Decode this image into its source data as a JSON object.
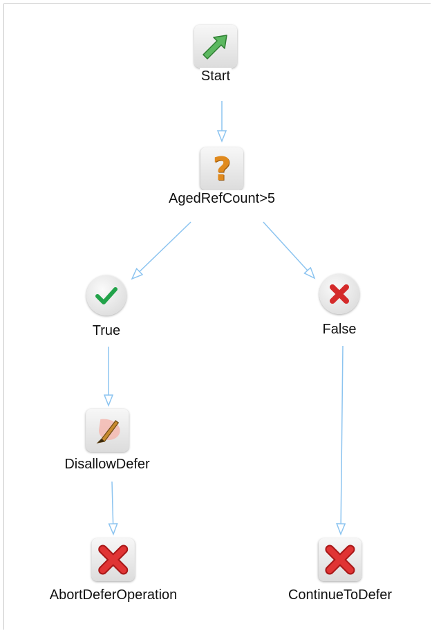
{
  "diagram": {
    "nodes": {
      "start": {
        "label": "Start",
        "icon": "green-arrow-icon"
      },
      "condition": {
        "label": "AgedRefCount>5",
        "icon": "question-mark-icon"
      },
      "true_branch": {
        "label": "True",
        "icon": "check-mark-icon"
      },
      "false_branch": {
        "label": "False",
        "icon": "red-x-icon"
      },
      "disallow": {
        "label": "DisallowDefer",
        "icon": "pencil-hand-icon"
      },
      "abort": {
        "label": "AbortDeferOperation",
        "icon": "red-x-icon"
      },
      "continue": {
        "label": "ContinueToDefer",
        "icon": "red-x-icon"
      }
    },
    "edges": [
      {
        "from": "Start",
        "to": "AgedRefCount>5"
      },
      {
        "from": "AgedRefCount>5",
        "to": "True"
      },
      {
        "from": "AgedRefCount>5",
        "to": "False"
      },
      {
        "from": "True",
        "to": "DisallowDefer"
      },
      {
        "from": "DisallowDefer",
        "to": "AbortDeferOperation"
      },
      {
        "from": "False",
        "to": "ContinueToDefer"
      }
    ],
    "colors": {
      "edge": "#8cc4f0",
      "arrow_green": "#4caf50",
      "question_orange": "#e08a1e",
      "check_green": "#22a34a",
      "x_red": "#d42a2a"
    }
  }
}
